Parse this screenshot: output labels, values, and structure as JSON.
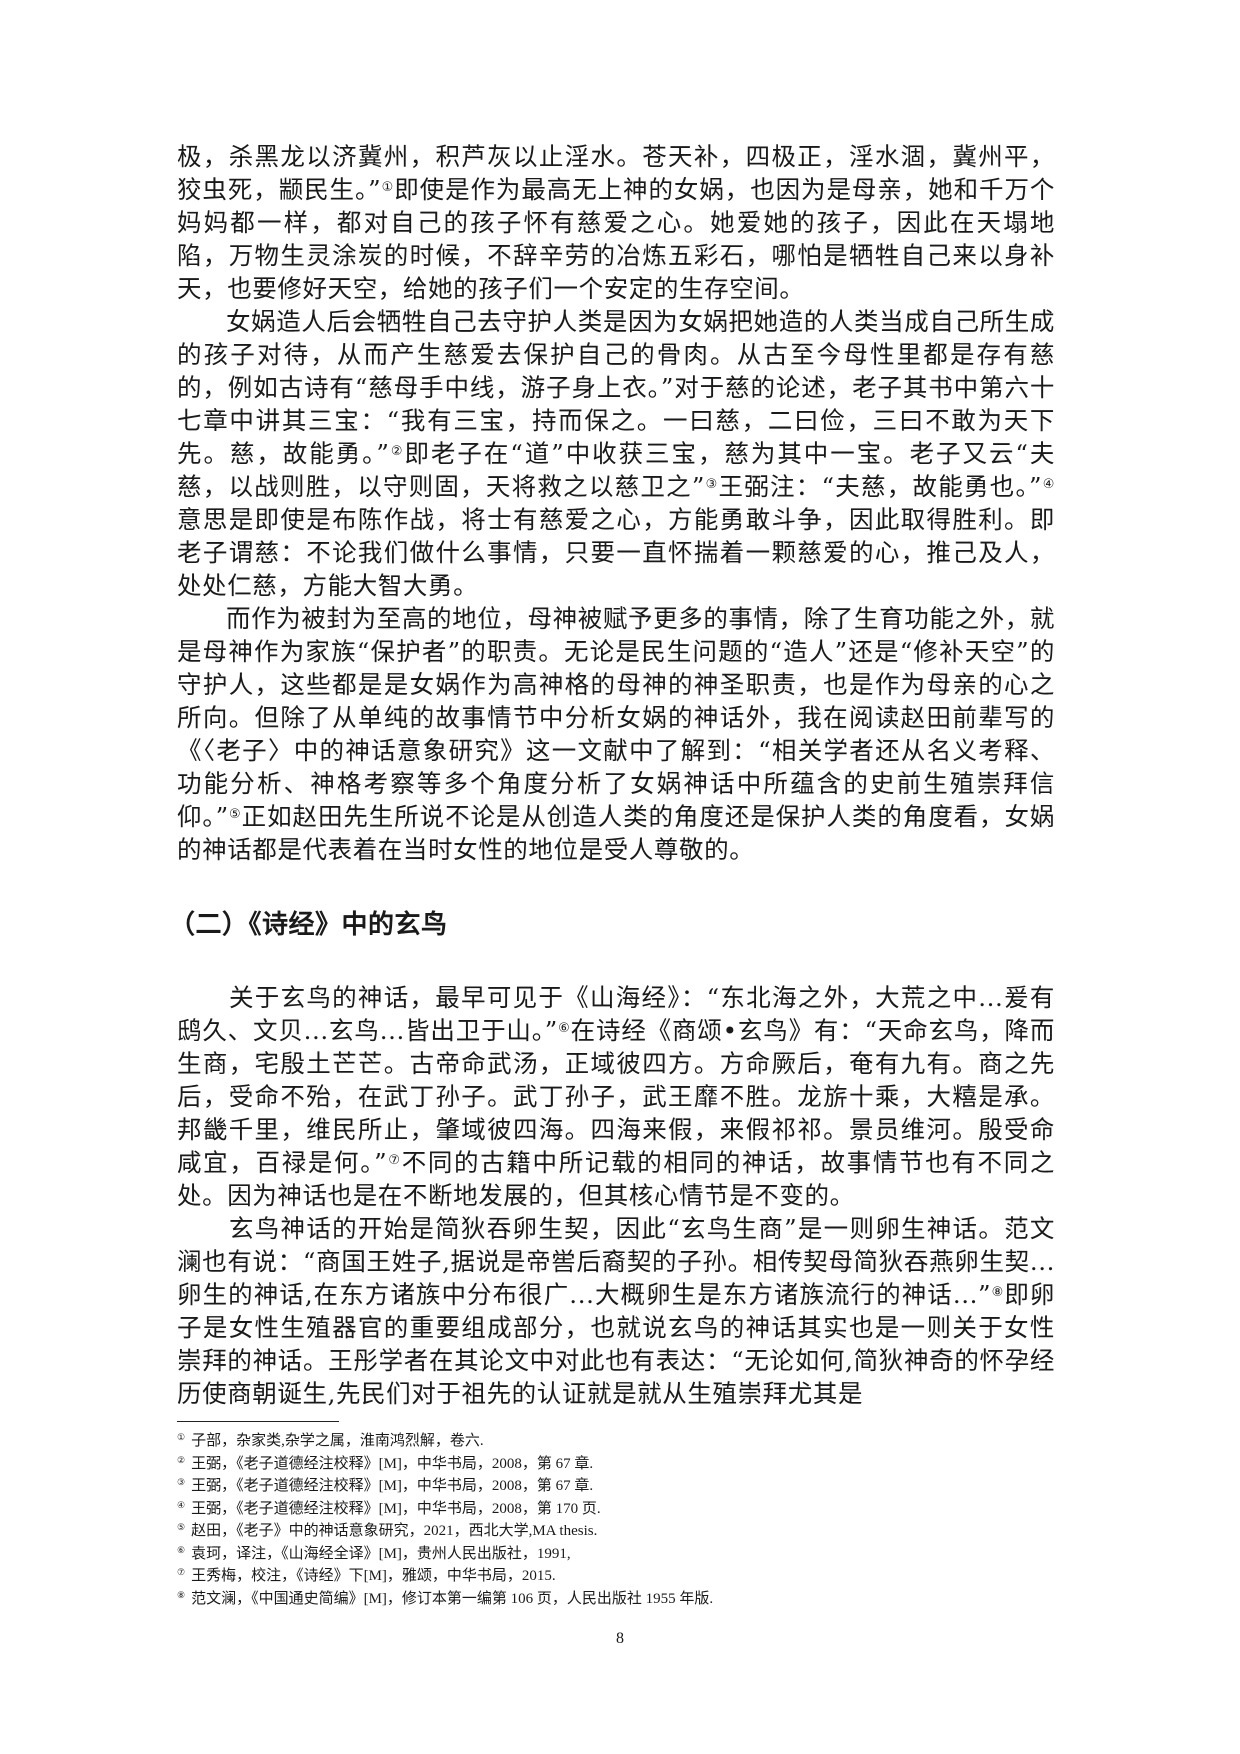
{
  "body": {
    "paragraphs_before_heading": [
      {
        "indent": false,
        "segments": [
          {
            "text": "极，杀黑龙以济冀州，积芦灰以止淫水。苍天补，四极正，淫水涸，冀州平，狡虫死，颛民生。”"
          },
          {
            "fn": "①"
          },
          {
            "text": "即使是作为最高无上神的女娲，也因为是母亲，她和千万个妈妈都一样，都对自己的孩子怀有慈爱之心。她爱她的孩子，因此在天塌地陷，万物生灵涂炭的时候，不辞辛劳的冶炼五彩石，哪怕是牺牲自己来以身补天，也要修好天空，给她的孩子们一个安定的生存空间。"
          }
        ]
      },
      {
        "indent": true,
        "segments": [
          {
            "text": "女娲造人后会牺牲自己去守护人类是因为女娲把她造的人类当成自己所生成的孩子对待，从而产生慈爱去保护自己的骨肉。从古至今母性里都是存有慈的，例如古诗有“慈母手中线，游子身上衣。”对于慈的论述，老子其书中第六十七章中讲其三宝：“我有三宝，持而保之。一曰慈，二曰俭，三曰不敢为天下先。慈，故能勇。”"
          },
          {
            "fn": "②"
          },
          {
            "text": "即老子在“道”中收获三宝，慈为其中一宝。老子又云“夫慈，以战则胜，以守则固，天将救之以慈卫之”"
          },
          {
            "fn": "③"
          },
          {
            "text": "王弼注：“夫慈，故能勇也。”"
          },
          {
            "fn": "④"
          },
          {
            "text": "意思是即使是布陈作战，将士有慈爱之心，方能勇敢斗争，因此取得胜利。即老子谓慈：不论我们做什么事情，只要一直怀揣着一颗慈爱的心，推己及人，处处仁慈，方能大智大勇。"
          }
        ]
      },
      {
        "indent": true,
        "segments": [
          {
            "text": "而作为被封为至高的地位，母神被赋予更多的事情，除了生育功能之外，就是母神作为家族“保护者”的职责。无论是民生问题的“造人”还是“修补天空”的守护人，这些都是是女娲作为高神格的母神的神圣职责，也是作为母亲的心之所向。但除了从单纯的故事情节中分析女娲的神话外，我在阅读赵田前辈写的《〈老子〉中的神话意象研究》这一文献中了解到：“相关学者还从名义考释、功能分析、神格考察等多个角度分析了女娲神话中所蕴含的史前生殖崇拜信仰。”"
          },
          {
            "fn": "⑤"
          },
          {
            "text": "正如赵田先生所说不论是从创造人类的角度还是保护人类的角度看，女娲的神话都是代表着在当时女性的地位是受人尊敬的。"
          }
        ]
      }
    ],
    "section_heading": "（二）《诗经》中的玄鸟",
    "paragraphs_after_heading": [
      {
        "indent": true,
        "segments": [
          {
            "text": "关于玄鸟的神话，最早可见于《山海经》：“东北海之外，大荒之中...爰有鸱久、文贝...玄鸟...皆出卫于山。”"
          },
          {
            "fn": "⑥"
          },
          {
            "text": "在诗经《商颂•玄鸟》有：“天命玄鸟，降而生商，宅殷土芒芒。古帝命武汤，正域彼四方。方命厥后，奄有九有。商之先后，受命不殆，在武丁孙子。武丁孙子，武王靡不胜。龙旂十乘，大糦是承。邦畿千里，维民所止，肇域彼四海。四海来假，来假祁祁。景员维河。殷受命咸宜，百禄是何。”"
          },
          {
            "fn": "⑦"
          },
          {
            "text": "不同的古籍中所记载的相同的神话，故事情节也有不同之处。因为神话也是在不断地发展的，但其核心情节是不变的。"
          }
        ]
      },
      {
        "indent": true,
        "segments": [
          {
            "text": "玄鸟神话的开始是简狄吞卵生契，因此“玄鸟生商”是一则卵生神话。范文澜也有说：“商国王姓子,据说是帝喾后裔契的子孙。相传契母简狄吞燕卵生契...卵生的神话,在东方诸族中分布很广...大概卵生是东方诸族流行的神话...”"
          },
          {
            "fn": "⑧"
          },
          {
            "text": "即卵子是女性生殖器官的重要组成部分，也就说玄鸟的神话其实也是一则关于女性崇拜的神话。王彤学者在其论文中对此也有表达：“无论如何,简狄神奇的怀孕经历使商朝诞生,先民们对于祖先的认证就是就从生殖崇拜尤其是"
          }
        ]
      }
    ]
  },
  "footnotes": [
    {
      "mark": "①",
      "text": "子部，杂家类,杂学之属，淮南鸿烈解，卷六."
    },
    {
      "mark": "②",
      "text": "王弼，《老子道德经注校释》[M]，中华书局，2008，第 67 章."
    },
    {
      "mark": "③",
      "text": "王弼，《老子道德经注校释》[M]，中华书局，2008，第 67 章."
    },
    {
      "mark": "④",
      "text": "王弼，《老子道德经注校释》[M]，中华书局，2008，第 170 页."
    },
    {
      "mark": "⑤",
      "text": "赵田，《老子》中的神话意象研究，2021，西北大学,MA thesis."
    },
    {
      "mark": "⑥",
      "text": "袁珂，译注，《山海经全译》[M]，贵州人民出版社，1991,"
    },
    {
      "mark": "⑦",
      "text": "王秀梅，校注，《诗经》下[M]，雅颂，中华书局，2015."
    },
    {
      "mark": "⑧",
      "text": "范文澜，《中国通史简编》[M]，修订本第一编第 106 页，人民出版社 1955 年版."
    }
  ],
  "page_number": "8"
}
